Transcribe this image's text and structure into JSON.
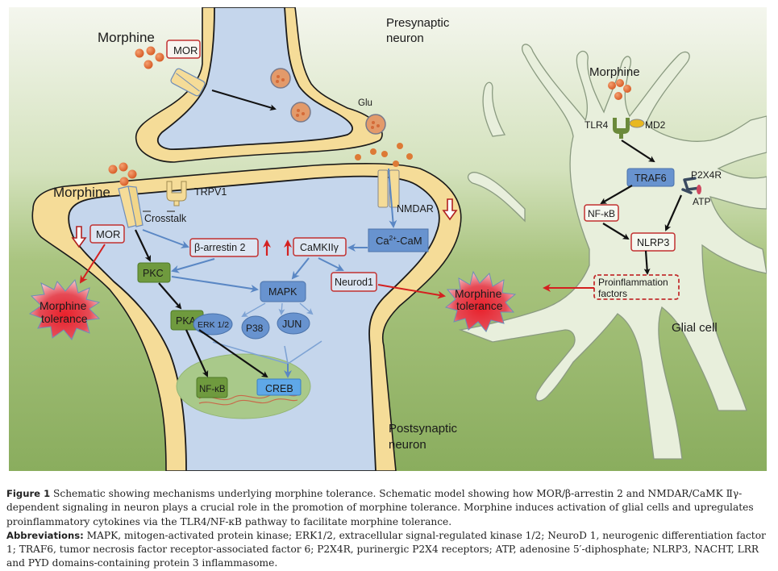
{
  "figure": {
    "labels": {
      "presynaptic": [
        "Presynaptic",
        "neuron"
      ],
      "postsynaptic": [
        "Postsynaptic",
        "neuron"
      ],
      "glial_cell": "Glial cell",
      "morphine_top": "Morphine",
      "morphine_post": "Morphine",
      "morphine_glia": "Morphine",
      "mor_pre": "MOR",
      "glu": "Glu",
      "trpv1": "TRPV1",
      "crosstalk": "Crosstalk",
      "nmdar": "NMDAR",
      "tlr4": "TLR4",
      "md2": "MD2",
      "p2x4r": "P2X4R",
      "atp": "ATP"
    },
    "nodes": {
      "mor_post": "MOR",
      "beta_arrestin": "β-arrestin 2",
      "camkii": "CaMKIIγ",
      "ca_cam_base": "Ca",
      "ca_cam_sup": "2+",
      "ca_cam_tail": "-CaM",
      "pkc": "PKC",
      "pka": "PKA",
      "mapk": "MAPK",
      "neurod1": "Neurod1",
      "erk": "ERK 1/2",
      "p38": "P38",
      "jun": "JUN",
      "nfkb_nucleus": "NF-κB",
      "creb": "CREB",
      "traf6": "TRAF6",
      "nfkb_glia": "NF-κB",
      "nlrp3": "NLRP3",
      "proinflammation": [
        "Proinflammation",
        "factors"
      ],
      "tolerance_left": [
        "Morphine",
        "tolerance"
      ],
      "tolerance_center": [
        "Morphine",
        "tolerance"
      ]
    },
    "colors": {
      "background_light": "#f2f5ea",
      "background_green": "#8fb365",
      "membrane": "#f7dc95",
      "cytoplasm": "#c7d8ee",
      "glia": "#e6eed8",
      "red_accent": "#cc2222",
      "blue_node": "#5b8bc9",
      "green_node": "#6f9a3e",
      "nucleus": "#a9c98a",
      "morphine_dot": "#e0703a"
    }
  },
  "caption": {
    "figure_label": "Figure 1",
    "title_text": " Schematic showing mechanisms underlying morphine tolerance. Schematic model showing how MOR/β-arrestin 2 and NMDAR/CaMK Ⅱγ-dependent signaling in neuron plays a crucial role in the promotion of morphine tolerance. Morphine induces activation of glial cells and upregulates proinflammatory cytokines via the TLR4/NF-κB pathway to facilitate morphine tolerance.",
    "abbrev_label": "Abbreviations:",
    "abbrev_text": " MAPK, mitogen-activated protein kinase; ERK1/2, extracellular signal-regulated kinase 1/2; NeuroD 1, neurogenic differentiation factor 1; TRAF6, tumor necrosis factor receptor-associated factor 6; P2X4R, purinergic P2X4 receptors; ATP, adenosine 5′-diphosphate; NLRP3, NACHT, LRR and PYD domains-containing protein 3 inflammasome."
  }
}
